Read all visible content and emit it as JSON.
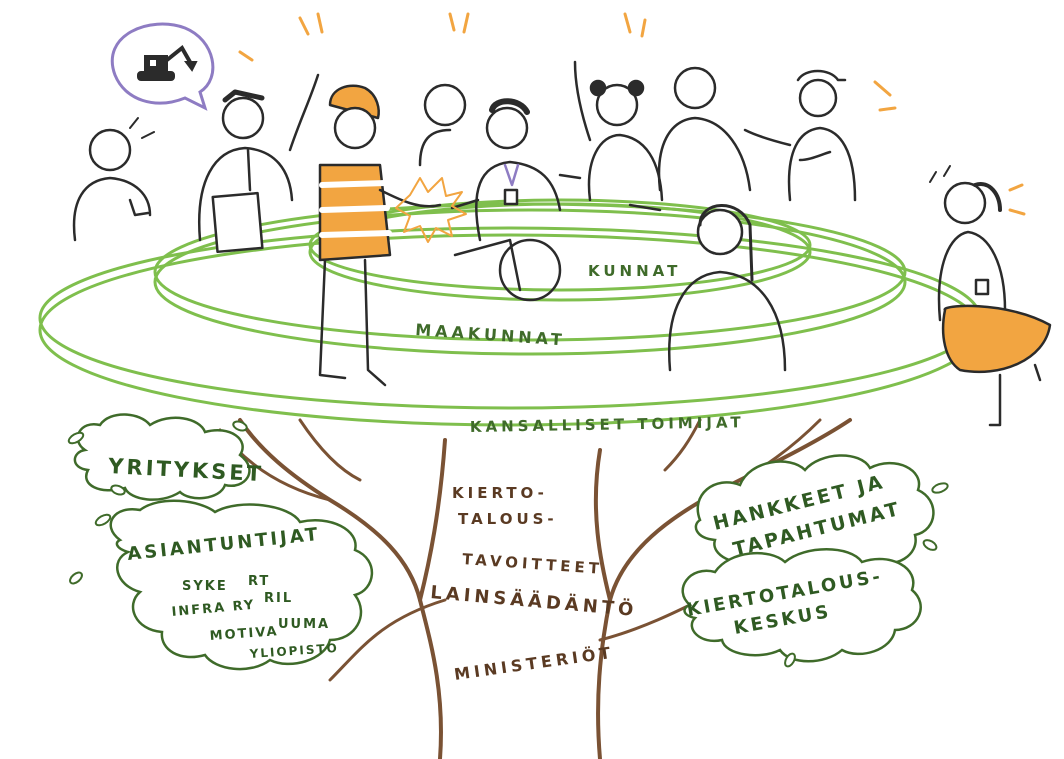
{
  "rings": {
    "inner": "KUNNAT",
    "middle": "MAAKUNNAT",
    "outer": "KANSALLISET TOIMIJAT"
  },
  "trunk": {
    "line1": "KIERTO-",
    "line2": "TALOUS-",
    "line3": "TAVOITTEET",
    "law": "LAINSÄÄDÄNTÖ",
    "ministries": "MINISTERIÖT"
  },
  "clouds": {
    "companies": "YRITYKSET",
    "experts": "ASIANTUNTIJAT",
    "expert_orgs": [
      "SYKE",
      "RT",
      "INFRA RY",
      "RIL",
      "MOTIVA",
      "UUMA",
      "YLIOPISTO"
    ],
    "projects_line1": "HANKKEET JA",
    "projects_line2": "TAPAHTUMAT",
    "center_line1": "KIERTOTALOUS-",
    "center_line2": "KESKUS"
  },
  "colors": {
    "ring_green": "#7fbf4d",
    "dark_green": "#3f6b2a",
    "trunk_brown": "#7a5234",
    "accent_orange": "#f2a541",
    "speech_purple": "#8e7cc3",
    "ink": "#2b2b2b"
  },
  "icons": {
    "speech_bubble": "excavator-icon"
  }
}
